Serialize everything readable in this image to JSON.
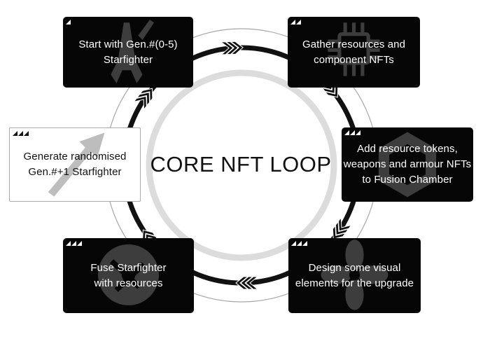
{
  "title": "CORE NFT LOOP",
  "steps": [
    {
      "text": "Start with Gen.#(0-5)\nStarfighter",
      "icon": "starfighter-icon",
      "style": "dark",
      "markers": 1
    },
    {
      "text": "Gather resources and\ncomponent NFTs",
      "icon": "circuit-chip-icon",
      "style": "dark",
      "markers": 2
    },
    {
      "text": "Add resource tokens,\nweapons and armour NFTs\nto Fusion Chamber",
      "icon": "hexagon-icon",
      "style": "dark",
      "markers": 3
    },
    {
      "text": "Design some visual\nelements for the upgrade",
      "icon": "flower-design-icon",
      "style": "dark",
      "markers": 3
    },
    {
      "text": "Fuse Starfighter\nwith resources",
      "icon": "fusion-symbol-icon",
      "style": "dark",
      "markers": 3
    },
    {
      "text": "Generate randomised\nGen.#+1 Starfighter",
      "icon": "upgrade-arrow-icon",
      "style": "light",
      "markers": 3
    }
  ],
  "colors": {
    "box_dark": "#060606",
    "box_light": "#ffffff",
    "ring": "#111111",
    "inner_ring": "#dcdcdc",
    "outer_ring": "#a8a8a8"
  }
}
